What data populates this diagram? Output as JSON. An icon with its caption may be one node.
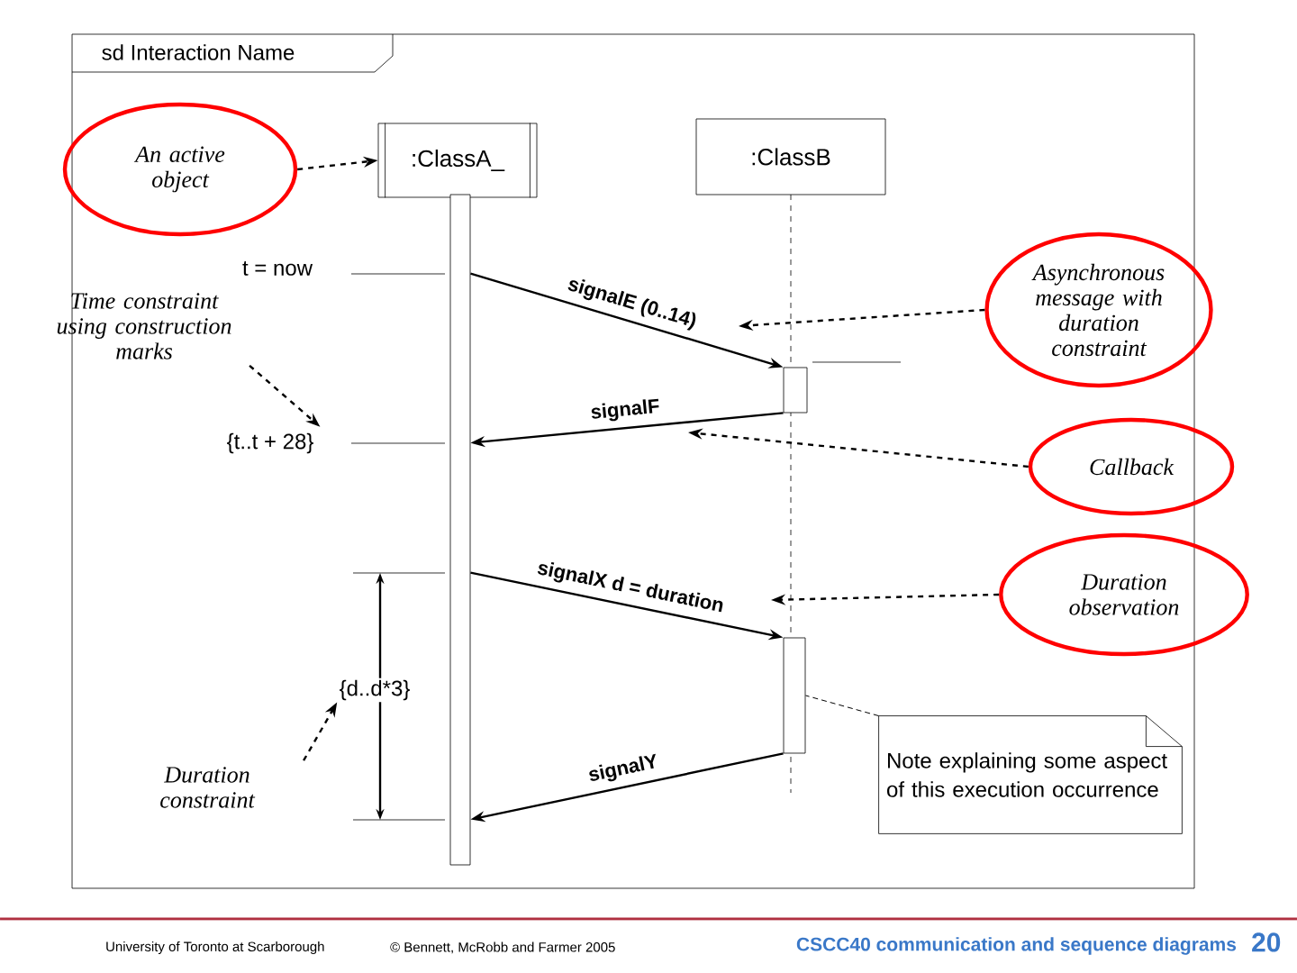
{
  "diagram": {
    "nodes": [
      {
        "text": [
          "sd Interaction Name"
        ]
      },
      {
        "text": [
          ":ClassA_"
        ],
        "in": 0
      },
      {
        "text": [
          ":ClassB"
        ],
        "in": 0
      },
      {
        "text": [
          "An active object"
        ],
        "in": 0
      },
      {
        "text": [
          "Time constraint using construction marks"
        ],
        "in": 0
      },
      {
        "text": [
          "Asynchronous message with duration constraint"
        ],
        "in": 0
      },
      {
        "text": [
          "Callback"
        ]
      },
      {
        "text": [
          "Duration observation"
        ],
        "in": 0
      },
      {
        "text": [
          "Duration constraint"
        ],
        "in": 0
      },
      {
        "text": [
          "Note explaining some aspect of this execution occurrence"
        ],
        "in": 0
      },
      {
        "text": [],
        "shape": "bar",
        "in": 0
      },
      {
        "text": [],
        "shape": "bar",
        "in": 0
      },
      {
        "text": [],
        "shape": "bar",
        "in": 0
      },
      {
        "text": [
          "{t..t + 28}"
        ],
        "in": 0
      },
      {
        "text": [
          "{d..d*3}"
        ],
        "in": 0
      }
    ],
    "edges": [
      {
        "from": 3,
        "to": 1,
        "arrow": "to",
        "style": "dashed"
      },
      {
        "from": 4,
        "to": 13,
        "arrow": "to",
        "style": "dashed"
      },
      {
        "from": 10,
        "to": 11,
        "arrow": "to",
        "label": "signalE (0..14)"
      },
      {
        "from": 11,
        "to": 10,
        "arrow": "to",
        "label": "signalF"
      },
      {
        "from": 10,
        "to": 12,
        "arrow": "to",
        "label": "signalX d = duration"
      },
      {
        "from": 12,
        "to": 10,
        "arrow": "to",
        "label": "signalY"
      },
      {
        "from": 5,
        "to": null,
        "arrow": "to",
        "style": "dashed"
      },
      {
        "from": 6,
        "to": null,
        "arrow": "to",
        "style": "dashed"
      },
      {
        "from": 7,
        "to": null,
        "arrow": "to",
        "style": "dashed"
      },
      {
        "from": 8,
        "to": 14,
        "arrow": "to",
        "style": "dashed"
      },
      {
        "from": 9,
        "to": 12,
        "arrow": "none",
        "style": "dashed"
      }
    ],
    "labels": [
      "t = now",
      "University of Toronto at Scarborough",
      "© Bennett, McRobb and Farmer 2005",
      "CSCC40 communication and sequence diagrams",
      "20"
    ]
  }
}
